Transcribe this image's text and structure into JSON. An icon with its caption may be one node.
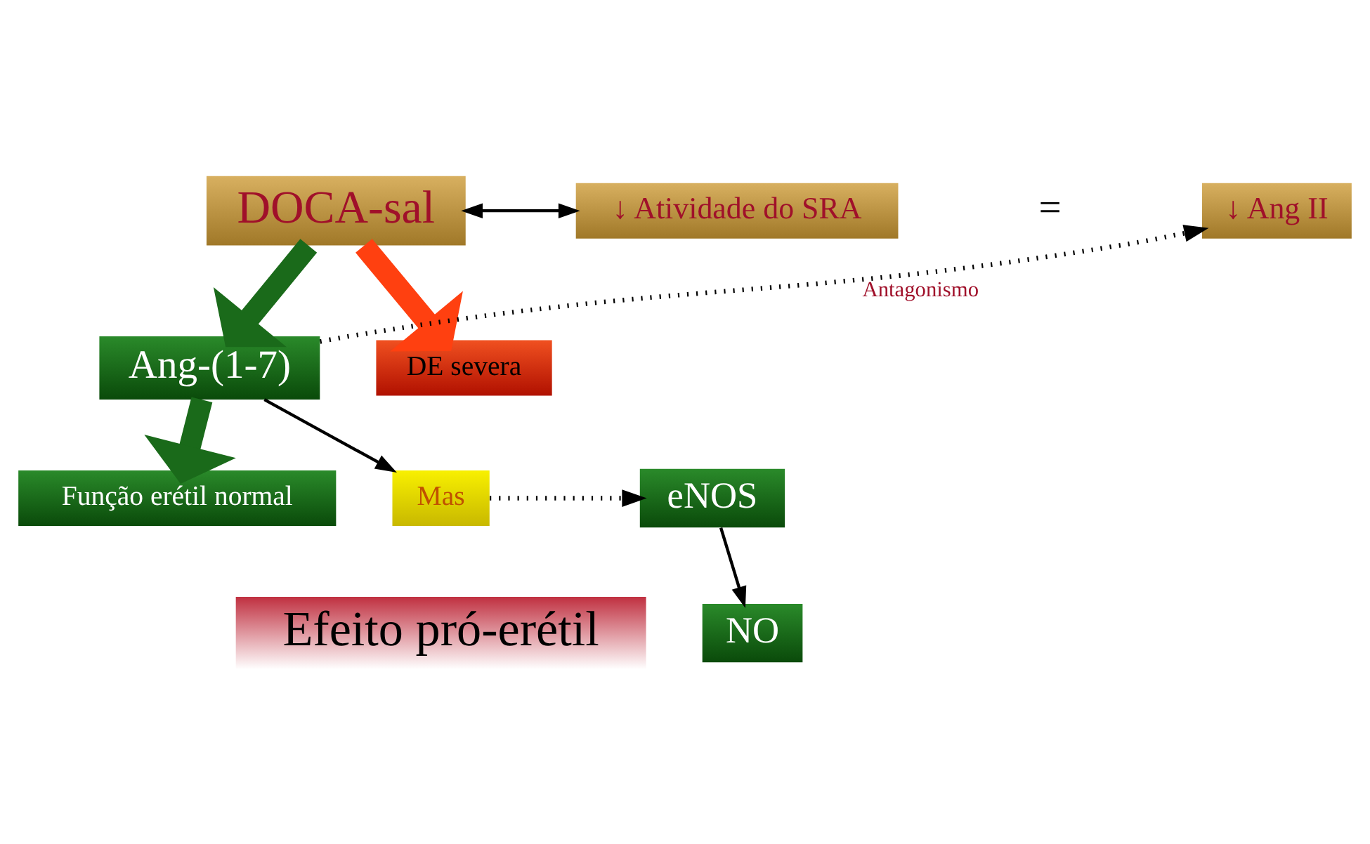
{
  "diagram": {
    "nodes": [
      {
        "text": [
          "DOCA-sal"
        ]
      },
      {
        "text": [
          "↓ Atividade do SRA"
        ]
      },
      {
        "text": [
          "↓ Ang II"
        ]
      },
      {
        "text": [
          "Ang-(1-7)"
        ]
      },
      {
        "text": [
          "DE severa"
        ]
      },
      {
        "text": [
          "Função erétil normal"
        ]
      },
      {
        "text": [
          "Mas"
        ]
      },
      {
        "text": [
          "Efeito pró-erétil"
        ]
      },
      {
        "text": [
          "eNOS"
        ]
      },
      {
        "text": [
          "NO"
        ]
      }
    ],
    "edges": [
      {
        "from": 0,
        "to": 1,
        "arrow": "both"
      },
      {
        "from": 0,
        "to": 4,
        "arrow": "to",
        "style": "thick",
        "color": "#ff4010"
      },
      {
        "from": 0,
        "to": 3,
        "arrow": "to",
        "style": "thick",
        "color": "#1a6a1a"
      },
      {
        "from": 3,
        "to": 2,
        "arrow": "to",
        "style": "dashed",
        "label": "Antagonismo"
      },
      {
        "from": 3,
        "to": 5,
        "arrow": "to",
        "style": "thick",
        "color": "#1a6a1a"
      },
      {
        "from": 3,
        "to": 6,
        "arrow": "to"
      },
      {
        "from": 6,
        "to": 8,
        "arrow": "to",
        "style": "dashed"
      },
      {
        "from": 8,
        "to": 9,
        "arrow": "to"
      }
    ],
    "labels": [
      "="
    ]
  }
}
